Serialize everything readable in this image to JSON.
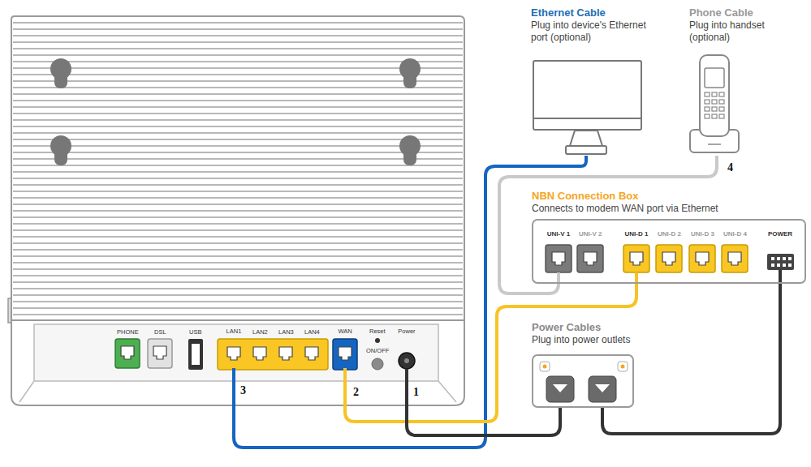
{
  "diagram": {
    "nodes": [
      {
        "text": [
          "Ethernet Cable",
          "Plug into device's Ethernet port (optional)"
        ]
      },
      {
        "text": [
          "Phone Cable",
          "Plug into handset (optional)"
        ]
      },
      {
        "text": [
          "NBN Connection Box",
          "Connects to modem WAN port via Ethernet"
        ]
      },
      {
        "text": [
          "UNI-V 1"
        ],
        "in": 2
      },
      {
        "text": [
          "UNI-D 1"
        ],
        "in": 2
      },
      {
        "text": [
          "POWER"
        ],
        "in": 2
      },
      {
        "text": [
          "Power Cables",
          "Plug into power outlets"
        ]
      },
      {
        "text": [
          "LAN1"
        ]
      },
      {
        "text": [
          "WAN"
        ]
      },
      {
        "text": [
          "Power"
        ]
      }
    ],
    "edges": [
      {
        "from": 7,
        "to": 0,
        "arrow": "none"
      },
      {
        "from": 8,
        "to": 4,
        "arrow": "none"
      },
      {
        "from": 9,
        "to": 6,
        "arrow": "none"
      },
      {
        "from": 3,
        "to": 1,
        "arrow": "none"
      },
      {
        "from": 5,
        "to": 6,
        "arrow": "none"
      }
    ],
    "labels": [
      "PHONE",
      "DSL",
      "USB",
      "LAN2",
      "LAN3",
      "LAN4",
      "Reset",
      "ON/OFF",
      "UNI-V 2",
      "UNI-D 2",
      "UNI-D 3",
      "UNI-D 4",
      "1",
      "2",
      "3",
      "4"
    ]
  }
}
